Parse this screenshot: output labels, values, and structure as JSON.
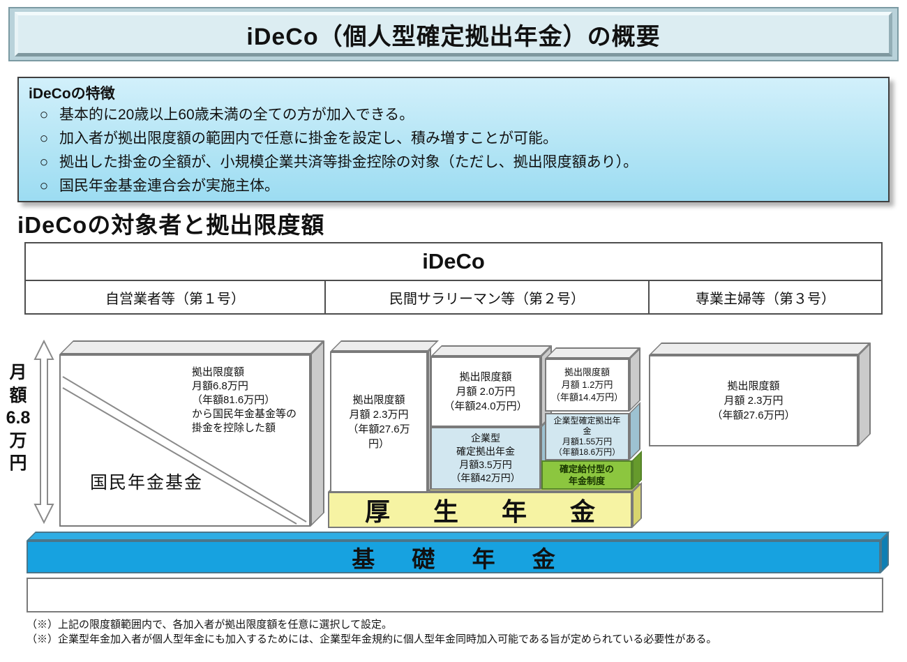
{
  "title": "iDeCo（個人型確定拠出年金）の概要",
  "features": {
    "heading": "iDeCoの特徴",
    "bullet_marker": "○",
    "items": [
      "基本的に20歳以上60歳未満の全ての方が加入できる。",
      "加入者が拠出限度額の範囲内で任意に掛金を設定し、積み増すことが可能。",
      "拠出した掛金の全額が、小規模企業共済等掛金控除の対象（ただし、拠出限度額あり）。",
      "国民年金基金連合会が実施主体。"
    ]
  },
  "section_heading": "iDeCoの対象者と拠出限度額",
  "table": {
    "header": "iDeCo",
    "columns": [
      "自営業者等（第１号）",
      "民間サラリーマン等（第２号）",
      "専業主婦等（第３号）"
    ]
  },
  "diagram": {
    "axis_label": "月\n額\n6.8\n万\n円",
    "col1": {
      "limit_text": "拠出限度額\n月額6.8万円\n（年額81.6万円）\nから国民年金基金等の\n掛金を控除した額",
      "fund_label": "国民年金基金"
    },
    "col2": {
      "boxA": "拠出限度額\n月額 2.3万円\n（年額27.6万\n円）",
      "boxB_top": "拠出限度額\n月額 2.0万円\n（年額24.0万円）",
      "boxB_bottom": "企業型\n確定拠出年金\n月額3.5万円\n（年額42万円）",
      "boxC_top": "拠出限度額\n月額 1.2万円\n（年額14.4万円）",
      "boxC_mid": "企業型確定拠出年\n金\n月額1.55万円\n（年額18.6万円）",
      "boxC_bottom": "確定給付型の\n年金制度",
      "kosei_label": "厚 生 年 金"
    },
    "col3": {
      "limit_text": "拠出限度額\n月額 2.3万円\n（年額27.6万円）"
    },
    "kiso_label": "基 礎 年 金"
  },
  "footnotes": [
    "（※）上記の限度額範囲内で、各加入者が拠出限度額を任意に選択して設定。",
    "（※）企業型年金加入者が個人型年金にも加入するためには、企業型年金規約に個人型年金同時加入可能である旨が定められている必要性がある。"
  ],
  "colors": {
    "kiso_blue": "#17a2e0",
    "kosei_yellow": "#f6f3a3",
    "corporate_dc_blue": "#d2e7f0",
    "db_green": "#8cc63f",
    "panel_gradient_top": "#d2f0fb",
    "panel_gradient_bottom": "#9cdcf2",
    "title_bg": "#dcedf2"
  }
}
